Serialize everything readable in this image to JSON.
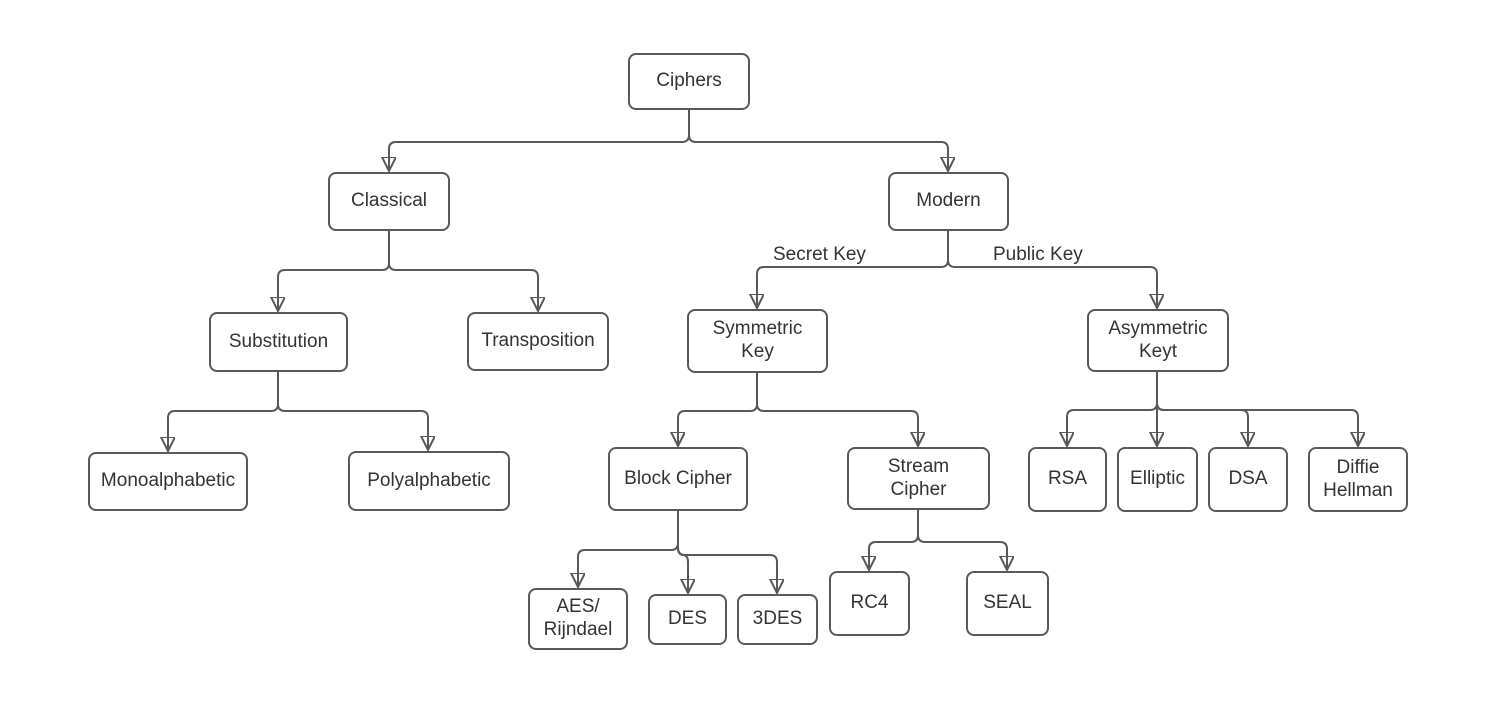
{
  "diagram": {
    "nodes": {
      "ciphers": {
        "label": "Ciphers"
      },
      "classical": {
        "label": "Classical"
      },
      "modern": {
        "label": "Modern"
      },
      "substitution": {
        "label": "Substitution"
      },
      "transposition": {
        "label": "Transposition"
      },
      "symmetric_key": {
        "label": "Symmetric\nKey"
      },
      "asymmetric_keyt": {
        "label": "Asymmetric\nKeyt"
      },
      "monoalphabetic": {
        "label": "Monoalphabetic"
      },
      "polyalphabetic": {
        "label": "Polyalphabetic"
      },
      "block_cipher": {
        "label": "Block Cipher"
      },
      "stream_cipher": {
        "label": "Stream\nCipher"
      },
      "aes_rijndael": {
        "label": "AES/\nRijndael"
      },
      "des": {
        "label": "DES"
      },
      "tdes": {
        "label": "3DES"
      },
      "rc4": {
        "label": "RC4"
      },
      "seal": {
        "label": "SEAL"
      },
      "rsa": {
        "label": "RSA"
      },
      "elliptic": {
        "label": "Elliptic"
      },
      "dsa": {
        "label": "DSA"
      },
      "diffie_hellman": {
        "label": "Diffie\nHellman"
      }
    },
    "edge_labels": {
      "secret_key": "Secret Key",
      "public_key": "Public Key"
    },
    "colors": {
      "connector": "#595959",
      "node_border": "#595959",
      "node_fill": "#ffffff",
      "text": "#333333",
      "background": "#ffffff"
    }
  }
}
